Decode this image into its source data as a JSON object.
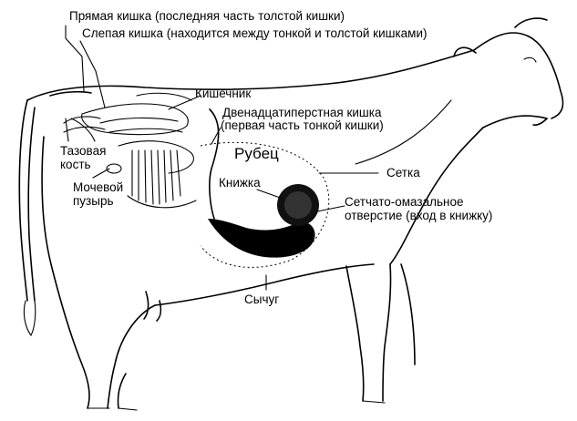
{
  "labels": {
    "rectum": "Прямая кишка (последняя часть толстой кишки)",
    "cecum": "Слепая кишка (находится между тонкой и толстой кишками)",
    "intestine": "Кишечник",
    "duodenum_line1": "Двенадцатиперстная кишка",
    "duodenum_line2": "(первая часть тонкой кишки)",
    "pelvic_bone_line1": "Тазовая",
    "pelvic_bone_line2": "кость",
    "bladder_line1": "Мочевой",
    "bladder_line2": "пузырь",
    "rumen": "Рубец",
    "omasum": "Книжка",
    "reticulum": "Сетка",
    "orifice_line1": "Сетчато-омазальное",
    "orifice_line2": "отверстие (вход в книжку)",
    "abomasum": "Сычуг"
  }
}
